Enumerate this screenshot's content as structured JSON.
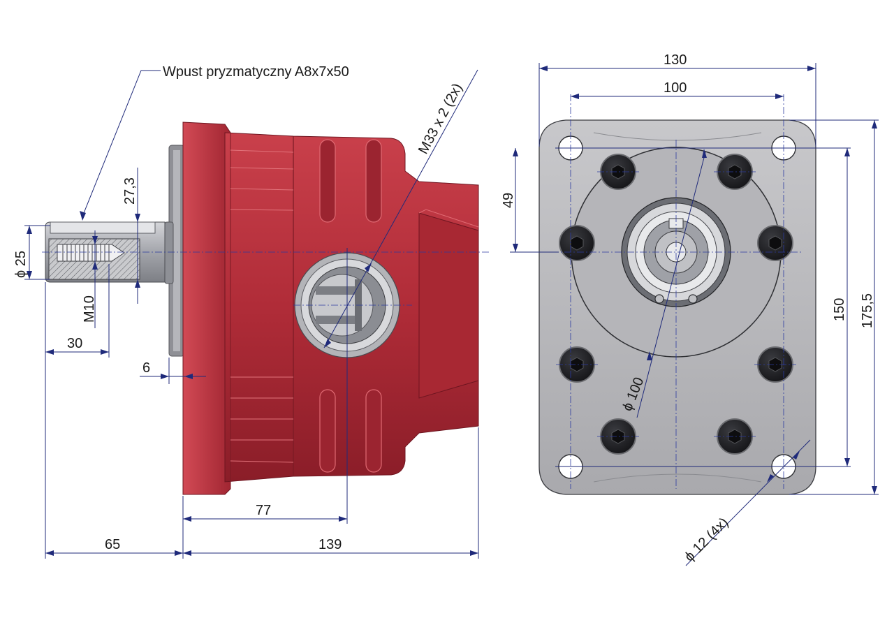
{
  "labels": {
    "key_spec": "Wpust pryzmatyczny A8x7x50",
    "port_thread": "M33 x 2 (2x)",
    "shaft_diameter": "ϕ 25",
    "key_offset": "27,3",
    "shaft_thread": "M10",
    "thread_depth": "30",
    "flange_step": "6",
    "port_position": "77",
    "shaft_length": "65",
    "body_length": "139",
    "flange_width": "130",
    "bolt_spacing_h": "100",
    "top_offset": "49",
    "bolt_spacing_v": "150",
    "flange_height": "175,5",
    "pilot_diameter": "ϕ 100",
    "hole_diameter": "ϕ 12  (4x)"
  },
  "colors": {
    "body_red": "#b8303c",
    "body_red_dark": "#7e1822",
    "body_red_light": "#d65a64",
    "flange_gray": "#b9b9bc",
    "steel": "#9ea0a6",
    "dimension_blue": "#1f2a7a"
  }
}
